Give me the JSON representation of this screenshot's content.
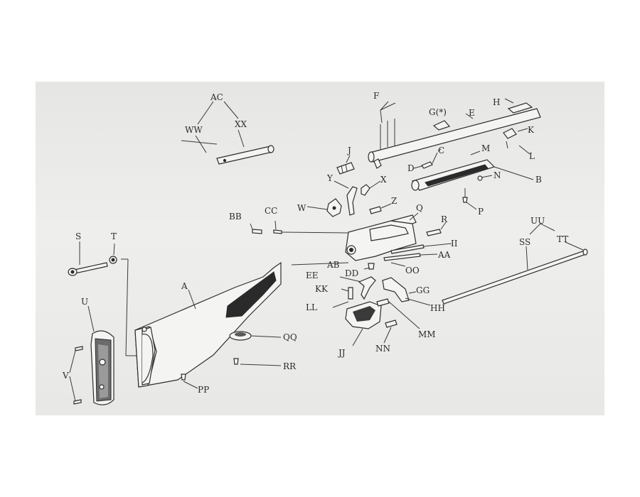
{
  "labels": {
    "AC": "AC",
    "WW": "WW",
    "XX": "XX",
    "F": "F",
    "G": "G(*)",
    "E": "E",
    "H": "H",
    "K": "K",
    "L": "L",
    "J": "J",
    "C": "C",
    "D": "D",
    "M": "M",
    "B": "B",
    "N": "N",
    "P": "P",
    "Y": "Y",
    "X": "X",
    "W": "W",
    "Z": "Z",
    "Q": "Q",
    "R": "R",
    "BB": "BB",
    "CC": "CC",
    "II": "II",
    "AA": "AA",
    "AB": "AB",
    "OO": "OO",
    "S": "S",
    "T": "T",
    "EE": "EE",
    "DD": "DD",
    "KK": "KK",
    "GG": "GG",
    "LL": "LL",
    "HH": "HH",
    "A": "A",
    "U": "U",
    "V": "V",
    "QQ": "QQ",
    "RR": "RR",
    "MM": "MM",
    "NN": "NN",
    "JJ": "JJ",
    "PP": "PP",
    "UU": "UU",
    "SS": "SS",
    "TT": "TT"
  },
  "colors": {
    "sheet": "#ececea",
    "ink": "#2b2b2b"
  }
}
